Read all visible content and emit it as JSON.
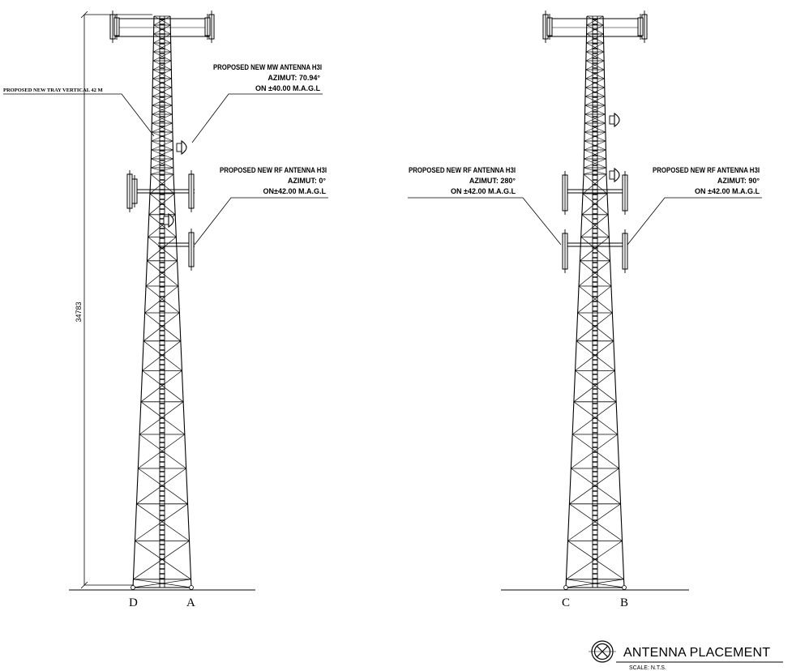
{
  "title_block": {
    "title": "ANTENNA PLACEMENT",
    "scale": "SCALE: N.T.S.",
    "symbol_icon": "section-marker-icon"
  },
  "left_elevation": {
    "tray_note": "PROPOSED   NEW   TRAY VERTICAL  42 M",
    "height_dimension": "34783",
    "mw_callout": {
      "line1": "PROPOSED NEW MW ANTENNA H3I",
      "line2": "AZIMUT: 70.94°",
      "line3": "ON ±40.00 M.A.G.L"
    },
    "rf_callout": {
      "line1": "PROPOSED NEW RF ANTENNA H3I",
      "line2": "AZIMUT: 0°",
      "line3": "ON±42.00 M.A.G.L"
    },
    "leg_labels": [
      "D",
      "A"
    ]
  },
  "right_elevation": {
    "rf_callout_left": {
      "line1": "PROPOSED NEW RF ANTENNA H3I",
      "line2": "AZIMUT: 280°",
      "line3": "ON ±42.00 M.A.G.L"
    },
    "rf_callout_right": {
      "line1": "PROPOSED NEW RF ANTENNA H3I",
      "line2": "AZIMUT: 90°",
      "line3": "ON ±42.00 M.A.G.L"
    },
    "leg_labels": [
      "C",
      "B"
    ]
  }
}
